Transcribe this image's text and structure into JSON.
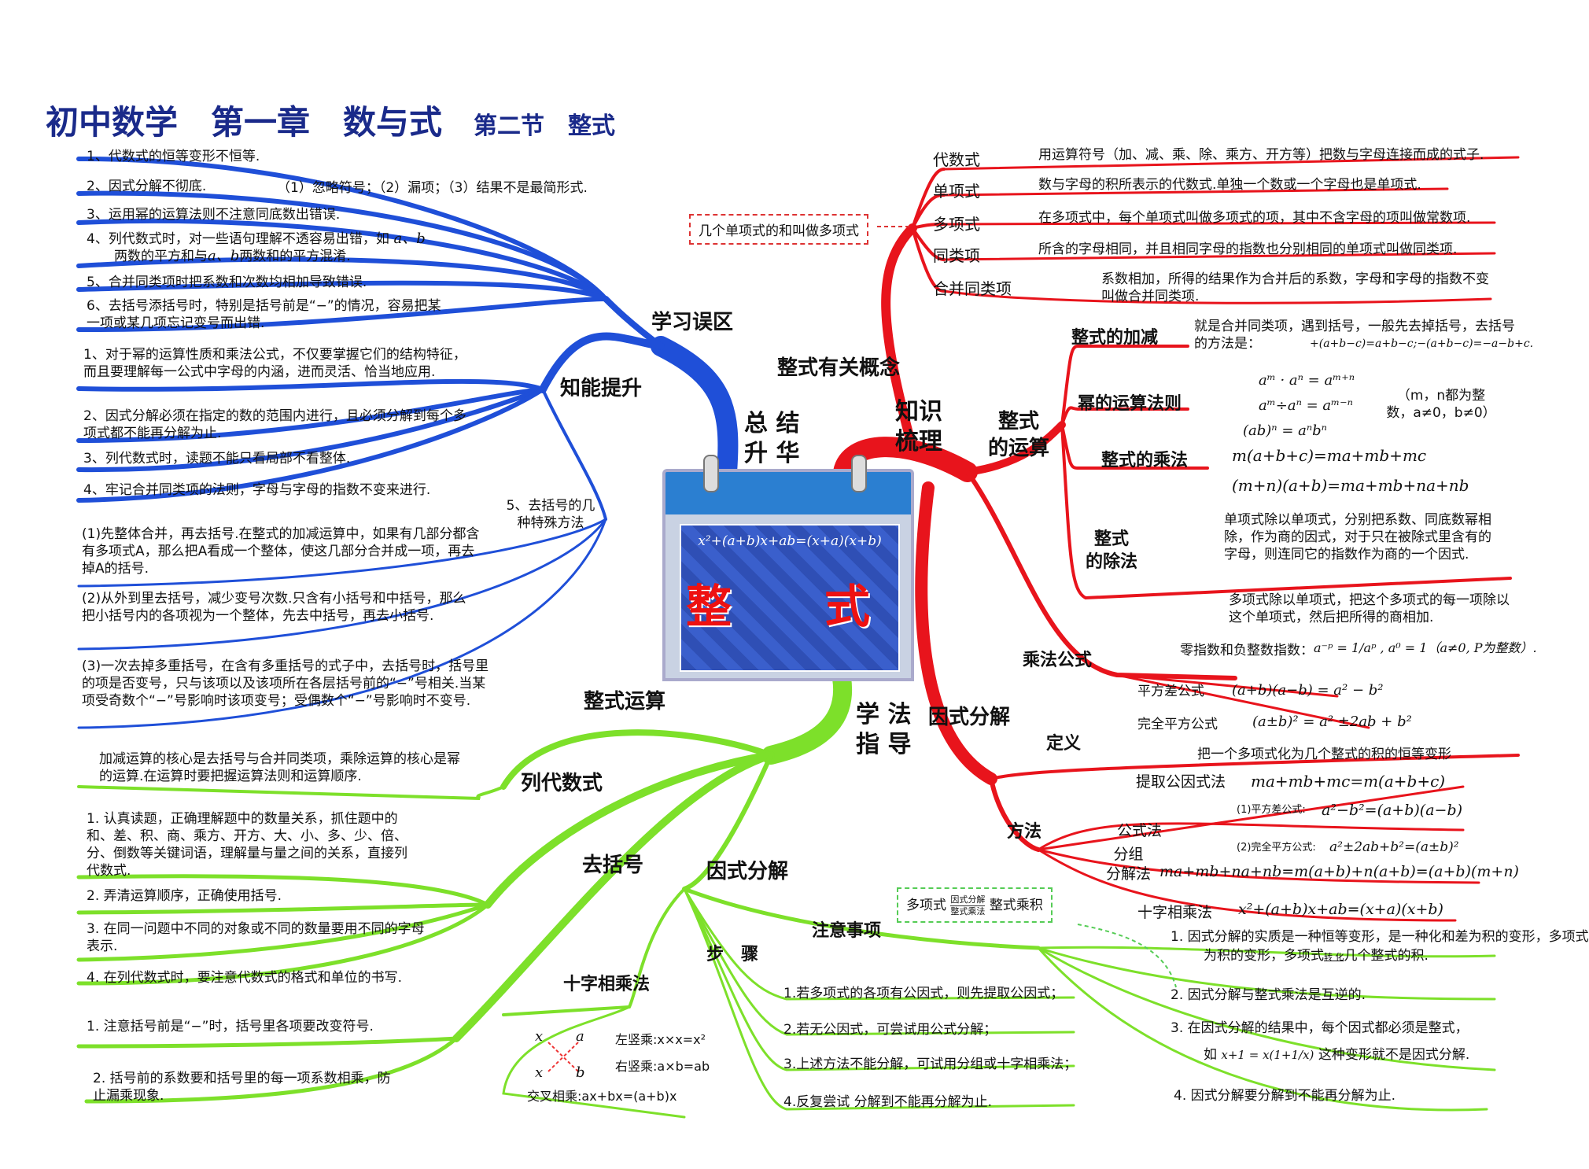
{
  "title": {
    "main": "初中数学　第一章　数与式",
    "sub": "第二节　整式"
  },
  "center": {
    "formula": "x²+(a+b)x+ab=(x+a)(x+b)",
    "label": "整　式"
  },
  "hubs": {
    "zongjie": "总 结\n升 华",
    "zhishi": "知识\n梳理",
    "xuefa": "学 法\n指 导"
  },
  "summary": {
    "xuexi_wuqu": {
      "label": "学习误区",
      "items": [
        "1、代数式的恒等变形不恒等.",
        "2、因式分解不彻底.",
        "（1）忽略符号；（2）漏项；（3）结果不是最简形式.",
        "3、运用幂的运算法则不注意同底数出错误.",
        "4、列代数式时，对一些语句理解不透容易出错，如",
        "两数的平方和与",
        "两数和的平方混淆.",
        "5、合并同类项时把系数和次数均相加导致错误.",
        "6、去括号添括号时，特别是括号前是“−”的情况，容易把某一项或某几项忘记变号而出错."
      ]
    },
    "zhineng_tisheng": {
      "label": "知能提升",
      "items": [
        "1、对于幂的运算性质和乘法公式，不仅要掌握它们的结构特征，而且要理解每一公式中字母的内涵，进而灵活、恰当地应用.",
        "2、因式分解必须在指定的数的范围内进行，且必须分解到每个多项式都不能再分解为止.",
        "3、列代数式时，读题不能只看局部不看整体.",
        "4、牢记合并同类项的法则，字母与字母的指数不变来进行."
      ]
    },
    "qukuohao": {
      "label": "5、去括号的几种特殊方法",
      "items": [
        "(1)先整体合并，再去括号.在整式的加减运算中，如果有几部分都含有多项式A，那么把A看成一个整体，使这几部分合并成一项，再去掉A的括号.",
        "(2)从外到里去括号，减少变号次数.只含有小括号和中括号，那么把小括号内的各项视为一个整体，先去中括号，再去小括号.",
        "(3)一次去掉多重括号，在含有多重括号的式子中，去括号时，括号里的项是否变号，只与该项以及该项所在各层括号前的“−”号相关.当某项受奇数个“−”号影响时该项变号；受偶数个“−”号影响时不变号."
      ]
    }
  },
  "knowledge": {
    "gainian": {
      "label": "整式有关概念",
      "items": [
        {
          "term": "代数式",
          "desc": "用运算符号（加、减、乘、除、乘方、开方等）把数与字母连接而成的式子."
        },
        {
          "term": "单项式",
          "desc": "数与字母的积所表示的代数式.单独一个数或一个字母也是单项式."
        },
        {
          "term": "多项式",
          "desc": "在多项式中，每个单项式叫做多项式的项，其中不含字母的项叫做常数项."
        },
        {
          "term": "同类项",
          "desc": "所含的字母相同，并且相同字母的指数也分别相同的单项式叫做同类项."
        },
        {
          "term": "合并同类项",
          "desc": "系数相加，所得的结果作为合并后的系数，字母和字母的指数不变叫做合并同类项."
        }
      ],
      "note": "几个单项式的和叫做多项式"
    },
    "yunsuan": {
      "label": "整式\n的运算",
      "jiajian": {
        "label": "整式的加减",
        "desc": "就是合并同类项，遇到括号，一般先去掉括号，去括号的方法是：",
        "formula": "+(a+b−c)=a+b−c;−(a+b−c)=−a−b+c."
      },
      "mi": {
        "label": "幂的运算法则",
        "f1": "aᵐ · aⁿ = aᵐ⁺ⁿ",
        "f2": "aᵐ÷aⁿ = aᵐ⁻ⁿ",
        "f3": "(ab)ⁿ = aⁿbⁿ",
        "cond": "（m，n都为整数，a≠0，b≠0）"
      },
      "chengfa": {
        "label": "整式的乘法",
        "f1": "m(a+b+c)=ma+mb+mc",
        "f2": "(m+n)(a+b)=ma+mb+na+nb"
      },
      "chufa": {
        "label": "整式\n的除法",
        "d1": "单项式除以单项式，分别把系数、同底数幂相除，作为商的因式，对于只在被除式里含有的字母，则连同它的指数作为商的一个因式.",
        "d2": "多项式除以单项式，把这个多项式的每一项除以这个单项式，然后把所得的商相加.",
        "d3": "零指数和负整数指数：",
        "f3": "a⁻ᵖ = 1/aᵖ , a⁰ = 1（a≠0, P为整数）."
      },
      "gongshi": {
        "label": "乘法公式",
        "pfc_label": "平方差公式",
        "pfc": "(a+b)(a−b) = a² − b²",
        "wq_label": "完全平方公式",
        "wq": "(a±b)² = a² ±2ab + b²"
      }
    },
    "yinshi": {
      "label": "因式分解",
      "dingyi": {
        "label": "定义",
        "desc": "把一个多项式化为几个整式的积的恒等变形"
      },
      "fangfa": {
        "label": "方法",
        "tiqu": {
          "label": "提取公因式法",
          "f": "ma+mb+mc=m(a+b+c)"
        },
        "gongshifa": {
          "label": "公式法",
          "p1": "(1)平方差公式:",
          "f1": "a²−b²=(a+b)(a−b)",
          "p2": "(2)完全平方公式:",
          "f2": "a²±2ab+b²=(a±b)²"
        },
        "fenzu": {
          "label": "分组\n分解法",
          "f": "ma+mb+na+nb=m(a+b)+n(a+b)=(a+b)(m+n)"
        },
        "shizi": {
          "label": "十字相乘法",
          "f": "x²+(a+b)x+ab=(x+a)(x+b)"
        }
      }
    }
  },
  "method": {
    "yunsuan": {
      "label": "整式运算",
      "desc": "加减运算的核心是去括号与合并同类项，乘除运算的核心是幂的运算.在运算时要把握运算法则和运算顺序."
    },
    "liedaishu": {
      "label": "列代数式",
      "items": [
        "1.  认真读题，正确理解题中的数量关系，抓住题中的和、差、积、商、乘方、开方、大、小、多、少、倍、分、倒数等关键词语，理解量与量之间的关系，直接列代数式.",
        "2.  弄清运算顺序，正确使用括号.",
        "3.  在同一问题中不同的对象或不同的数量要用不同的字母表示.",
        "4.  在列代数式时，要注意代数式的格式和单位的书写."
      ]
    },
    "qukuohao": {
      "label": "去括号",
      "items": [
        "1.  注意括号前是“−”时，括号里各项要改变符号.",
        "2.  括号前的系数要和括号里的每一项系数相乘，防止漏乘现象."
      ]
    },
    "yinshi": {
      "label": "因式分解",
      "shizi": {
        "label": "十字相乘法",
        "left": "左竖乘:x×x=x²",
        "right": "右竖乘:a×b=ab",
        "cross": "交叉相乘:ax+bx=(a+b)x",
        "x1": "x",
        "a": "a",
        "x2": "x",
        "b": "b"
      },
      "buzhou": {
        "label": "步　骤",
        "items": [
          "1.若多项式的各项有公因式，则先提取公因式；",
          "2.若无公因式，可尝试用公式分解；",
          "3.上述方法不能分解，可试用分组或十字相乘法；",
          "4.反复尝试 分解到不能再分解为止."
        ]
      },
      "zhuyi": {
        "label": "注意事项",
        "note_a": "多项式",
        "note_top": "因式分解",
        "note_bot": "整式乘法",
        "note_b": "整式乘积",
        "items": [
          "1. 因式分解的实质是一种恒等变形，是一种化和差为积的变形，多项式",
          "转 化",
          "几个整式的积.",
          "2. 因式分解与整式乘法是互逆的.",
          "3. 在因式分解的结果中，每个因式都必须是整式，",
          "如",
          "x+1 = x(1+1/x)",
          "这种变形就不是因式分解.",
          "4. 因式分解要分解到不能再分解为止."
        ]
      }
    }
  },
  "colors": {
    "blue": "#1f4fd8",
    "red": "#e8141c",
    "green": "#7de02a"
  }
}
